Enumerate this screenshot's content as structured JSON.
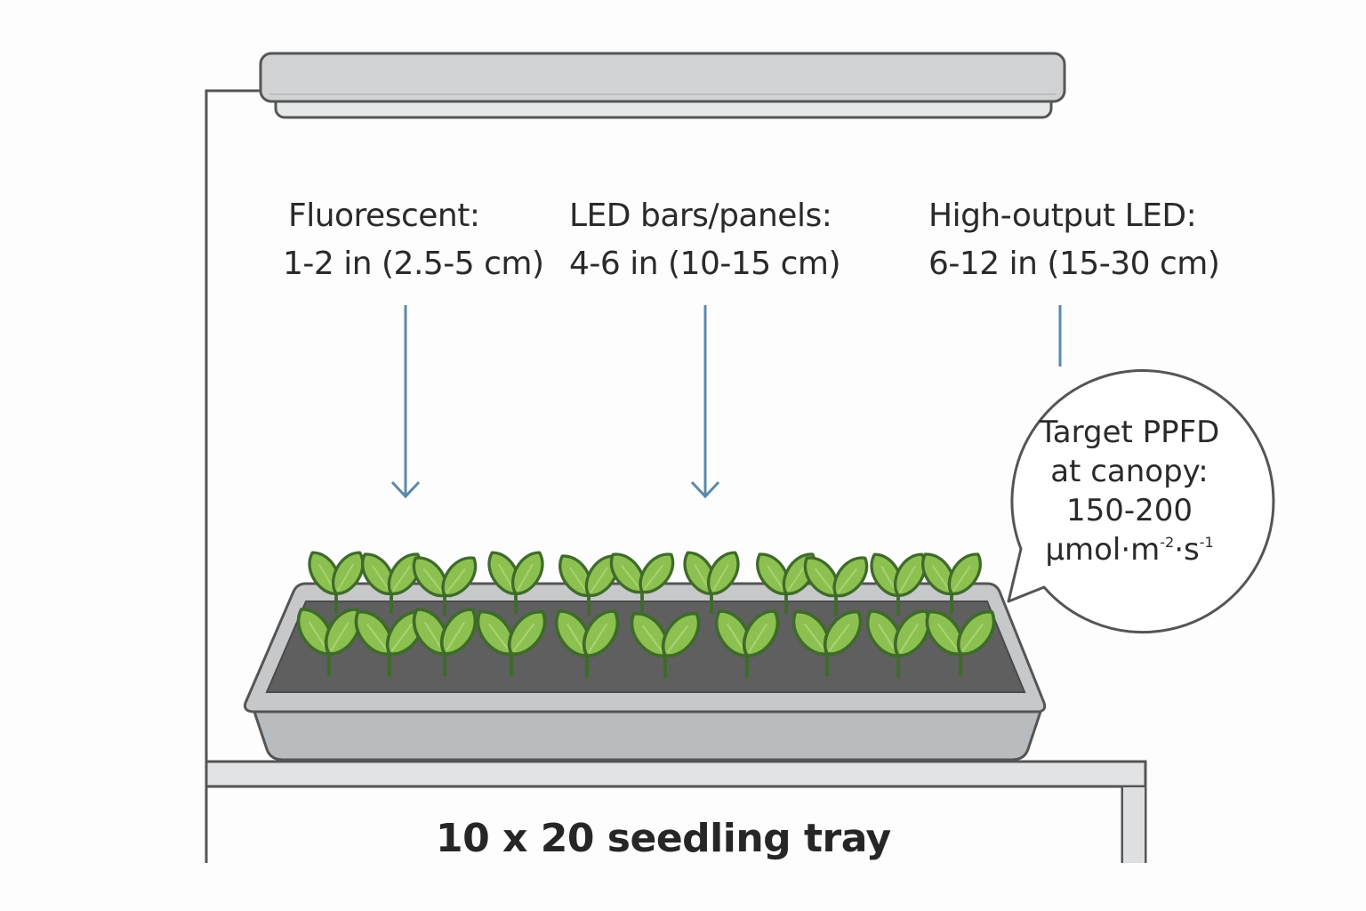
{
  "lights": [
    {
      "type": "Fluorescent:",
      "distance": "1-2 in (2.5-5 cm)"
    },
    {
      "type": "LED bars/panels:",
      "distance": "4-6 in (10-15 cm)"
    },
    {
      "type": "High-output LED:",
      "distance": "6-12 in (15-30 cm)"
    }
  ],
  "ppfd": {
    "line1": "Target PPFD",
    "line2": "at canopy:",
    "value": "150-200",
    "unit_base": "µmol·m",
    "unit_exp1": "-2",
    "unit_mid": "·s",
    "unit_exp2": "-1"
  },
  "tray_caption": "10 x 20 seedling tray",
  "colors": {
    "arrow": "#5b89ab",
    "leaf_fill": "#8cc152",
    "leaf_stroke": "#3f6b2a",
    "tray": "#b9bcbf",
    "soil": "#5e5f5e",
    "light_bar": "#d0d2d4",
    "frame": "#555555"
  }
}
